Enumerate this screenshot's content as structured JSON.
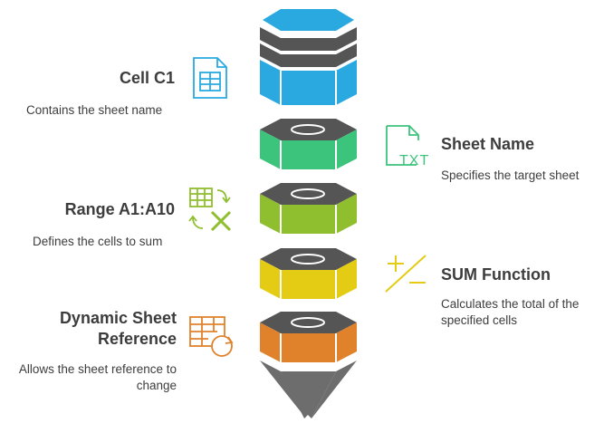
{
  "steps": [
    {
      "label": "Cell C1",
      "description": "Contains the sheet name",
      "side": "left",
      "color": "#29a9e0",
      "icon": "spreadsheet-icon"
    },
    {
      "label": "Sheet Name",
      "description": "Specifies the target sheet",
      "side": "right",
      "color": "#3cc47c",
      "icon": "txt-file-icon"
    },
    {
      "label": "Range A1:A10",
      "description": "Defines the cells to sum",
      "side": "left",
      "color": "#8fbe2e",
      "icon": "excel-swap-icon"
    },
    {
      "label": "SUM Function",
      "description": "Calculates the total of the specified cells",
      "side": "right",
      "color": "#e4cc14",
      "icon": "plus-minus-icon"
    },
    {
      "label": "Dynamic Sheet Reference",
      "description": "Allows the sheet reference to change",
      "side": "left",
      "color": "#e0822c",
      "icon": "table-refresh-icon"
    }
  ],
  "colors": {
    "top_cap": "#555555",
    "cone": "#6d6d6d",
    "text": "#3d3d3d"
  },
  "icons": {
    "txt_label": "TXT"
  }
}
